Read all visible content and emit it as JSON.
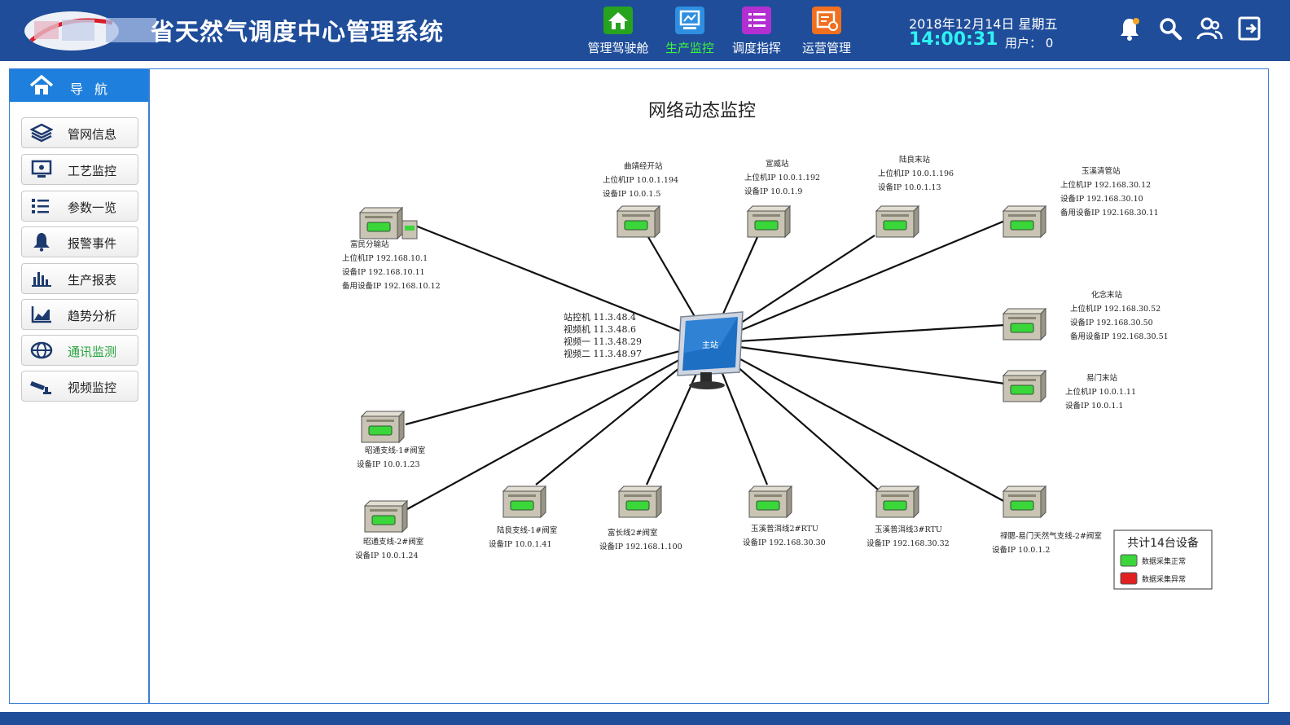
{
  "header": {
    "title": "省天然气调度中心管理系统",
    "modules": [
      {
        "label": "管理驾驶舱",
        "icon": "home-icon",
        "color": "#27a31d"
      },
      {
        "label": "生产监控",
        "icon": "monitor-icon",
        "color": "#2e8fe0",
        "active": true
      },
      {
        "label": "调度指挥",
        "icon": "list-icon",
        "color": "#b32fd1"
      },
      {
        "label": "运营管理",
        "icon": "management-icon",
        "color": "#f07020"
      }
    ],
    "date": "2018年12月14日  星期五",
    "time": "14:00:31",
    "user": "用户：  0"
  },
  "sidebar": {
    "title": "导航",
    "items": [
      {
        "label": "管网信息",
        "icon": "layers-icon"
      },
      {
        "label": "工艺监控",
        "icon": "screen-icon"
      },
      {
        "label": "参数一览",
        "icon": "list-icon"
      },
      {
        "label": "报警事件",
        "icon": "bell-icon"
      },
      {
        "label": "生产报表",
        "icon": "bar-chart-icon"
      },
      {
        "label": "趋势分析",
        "icon": "area-chart-icon"
      },
      {
        "label": "通讯监测",
        "icon": "globe-icon",
        "active": true
      },
      {
        "label": "视频监控",
        "icon": "camera-icon"
      }
    ]
  },
  "diagram": {
    "title": "网络动态监控",
    "center": {
      "label": "主站",
      "info": [
        "站控机    11.3.48.4",
        "视频机    11.3.48.6",
        "视频一    11.3.48.29",
        "视频二    11.3.48.97"
      ]
    },
    "stations": [
      {
        "name": "富民分输站",
        "lines": [
          "上位机IP    192.168.10.1",
          "设备IP    192.168.10.11",
          "备用设备IP    192.168.10.12"
        ],
        "status": "normal"
      },
      {
        "name": "曲靖经开站",
        "lines": [
          "上位机IP    10.0.1.194",
          "设备IP    10.0.1.5"
        ],
        "status": "normal"
      },
      {
        "name": "宣威站",
        "lines": [
          "上位机IP    10.0.1.192",
          "设备IP    10.0.1.9"
        ],
        "status": "normal"
      },
      {
        "name": "陆良末站",
        "lines": [
          "上位机IP    10.0.1.196",
          "设备IP    10.0.1.13"
        ],
        "status": "normal"
      },
      {
        "name": "玉溪清管站",
        "lines": [
          "上位机IP  192.168.30.12",
          "设备IP    192.168.30.10",
          "备用设备IP  192.168.30.11"
        ],
        "status": "normal"
      },
      {
        "name": "化念末站",
        "lines": [
          "上位机IP  192.168.30.52",
          "设备IP    192.168.30.50",
          "备用设备IP  192.168.30.51"
        ],
        "status": "normal"
      },
      {
        "name": "易门末站",
        "lines": [
          "上位机IP    10.0.1.11",
          "设备IP    10.0.1.1"
        ],
        "status": "normal"
      },
      {
        "name": "昭通支线-1#阀室",
        "lines": [
          "设备IP  10.0.1.23"
        ],
        "status": "normal"
      },
      {
        "name": "昭通支线-2#阀室",
        "lines": [
          "设备IP  10.0.1.24"
        ],
        "status": "normal"
      },
      {
        "name": "陆良支线-1#阀室",
        "lines": [
          "设备IP  10.0.1.41"
        ],
        "status": "normal"
      },
      {
        "name": "富长线2#阀室",
        "lines": [
          "设备IP  192.168.1.100"
        ],
        "status": "normal"
      },
      {
        "name": "玉溪普洱线2#RTU",
        "lines": [
          "设备IP  192.168.30.30"
        ],
        "status": "normal"
      },
      {
        "name": "玉溪普洱线3#RTU",
        "lines": [
          "设备IP  192.168.30.32"
        ],
        "status": "normal"
      },
      {
        "name": "禄腮-易门天然气支线-2#阀室",
        "lines": [
          "设备IP  10.0.1.2"
        ],
        "status": "normal"
      }
    ],
    "legend": {
      "title": "共计14台设备",
      "items": [
        {
          "label": "数据采集正常",
          "color": "#3ad63a"
        },
        {
          "label": "数据采集异常",
          "color": "#e02020"
        }
      ]
    },
    "colors": {
      "normal": "#3ad63a",
      "abnormal": "#e02020"
    }
  }
}
